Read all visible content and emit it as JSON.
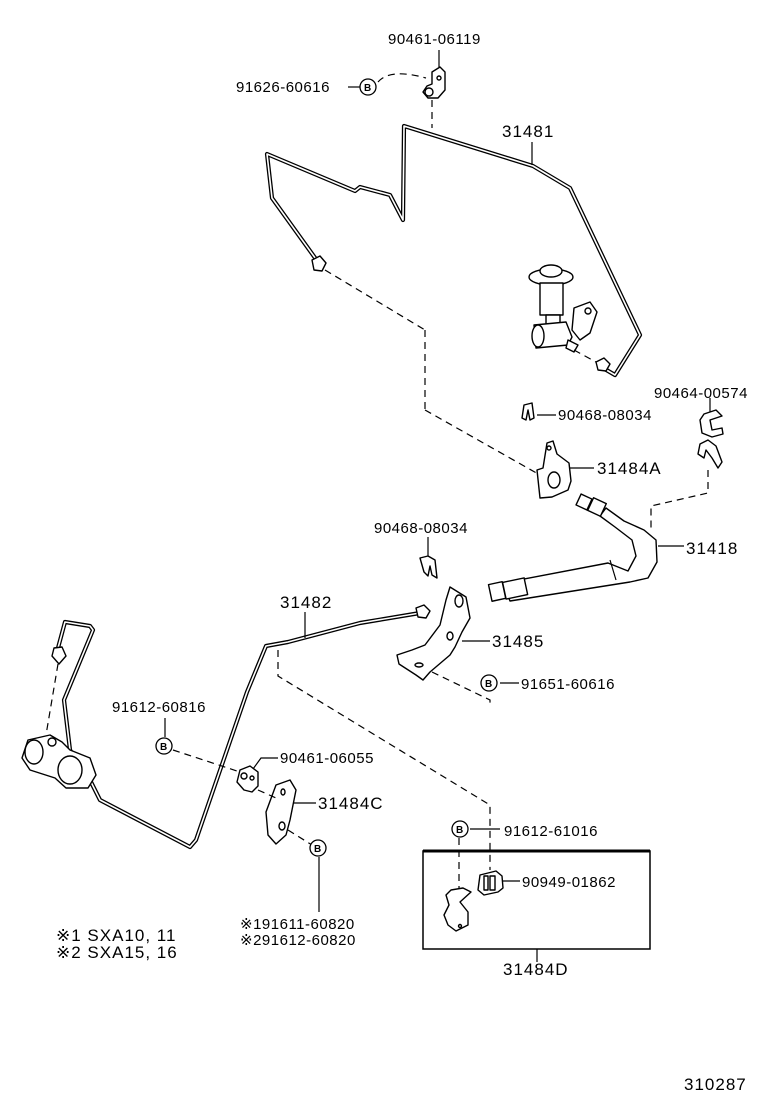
{
  "diagram": {
    "title_number": "310287",
    "parts": {
      "p90461_06119": "90461-06119",
      "p91626_60616": "91626-60616",
      "p31481": "31481",
      "p90464_00574": "90464-00574",
      "p90468_08034_a": "90468-08034",
      "p31484A": "31484A",
      "p31418": "31418",
      "p90468_08034_b": "90468-08034",
      "p31482": "31482",
      "p31485": "31485",
      "p91651_60616": "91651-60616",
      "p91612_60816": "91612-60816",
      "p90461_06055": "90461-06055",
      "p31484C": "31484C",
      "p91612_61016": "91612-61016",
      "p90949_01862": "90949-01862",
      "p31484D": "31484D",
      "p91611_60820": "※191611-60820",
      "p91612_60820": "※291612-60820"
    },
    "bolt_marker": "B",
    "notes": [
      "※1 SXA10, 11",
      "※2 SXA15, 16"
    ]
  }
}
